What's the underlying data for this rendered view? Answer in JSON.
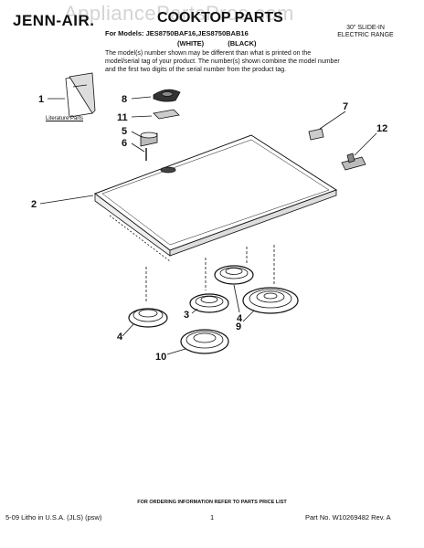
{
  "header": {
    "watermark": "AppliancePartsPros.com",
    "brand": "JENN-AIR.",
    "title": "COOKTOP PARTS",
    "product_type_line1": "30\" SLIDE-IN",
    "product_type_line2": "ELECTRIC RANGE",
    "models_line": "For Models: JES8750BAF16,JES8750BAB16",
    "color_white": "(WHITE)",
    "color_black": "(BLACK)",
    "note": "The model(s) number shown may be different than what is printed on the model/serial tag of your product. The number(s) shown combine the model number and the first two digits of the serial number from the product tag."
  },
  "diagram": {
    "literature_label": "Literature Parts",
    "callouts": {
      "c1": "1",
      "c2": "2",
      "c3": "3",
      "c4a": "4",
      "c4b": "4",
      "c5": "5",
      "c6": "6",
      "c7": "7",
      "c8": "8",
      "c9": "9",
      "c10": "10",
      "c11": "11",
      "c12": "12"
    }
  },
  "footer": {
    "ordering": "FOR ORDERING INFORMATION REFER TO PARTS PRICE LIST",
    "litho": "5-09 Litho in U.S.A. (JLS) (psw)",
    "page": "1",
    "part_no": "Part No. W10269482 Rev. A"
  }
}
